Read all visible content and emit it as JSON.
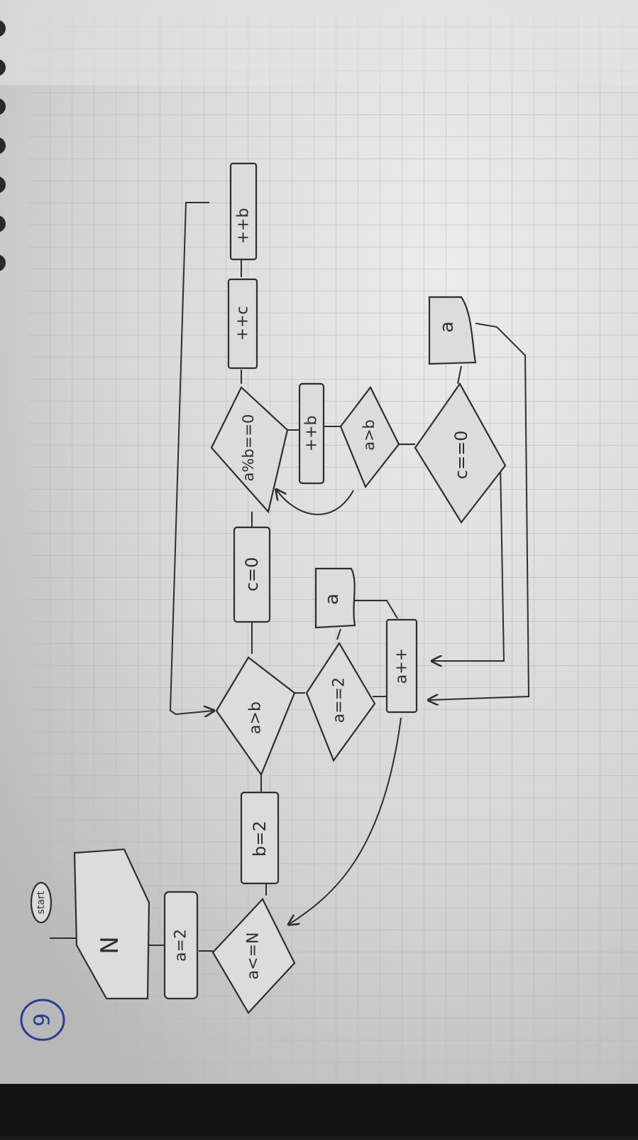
{
  "page_number": "9",
  "nodes": {
    "start": "start",
    "input_n": "N",
    "assign_a": "a=2",
    "cond_a_le_n": "a<=N",
    "assign_b": "b=2",
    "cond_a_gt_b": "a>b",
    "cond_a_eq_2": "a==2",
    "output_a_top": "a",
    "inc_a": "a++",
    "assign_c": "c=0",
    "cond_mod": "a%b==0",
    "inc_c": "++c",
    "inc_b_right": "++b",
    "inc_b_mid": "++b",
    "cond_a_gt_b_2": "a>b",
    "cond_c_eq_0": "c==0",
    "output_a_bottom": "a"
  },
  "colors": {
    "paper": "#dcdcdc",
    "grid": "#b9b9b9",
    "ink": "#2f2f2f",
    "circle": "#2a3a9a"
  }
}
